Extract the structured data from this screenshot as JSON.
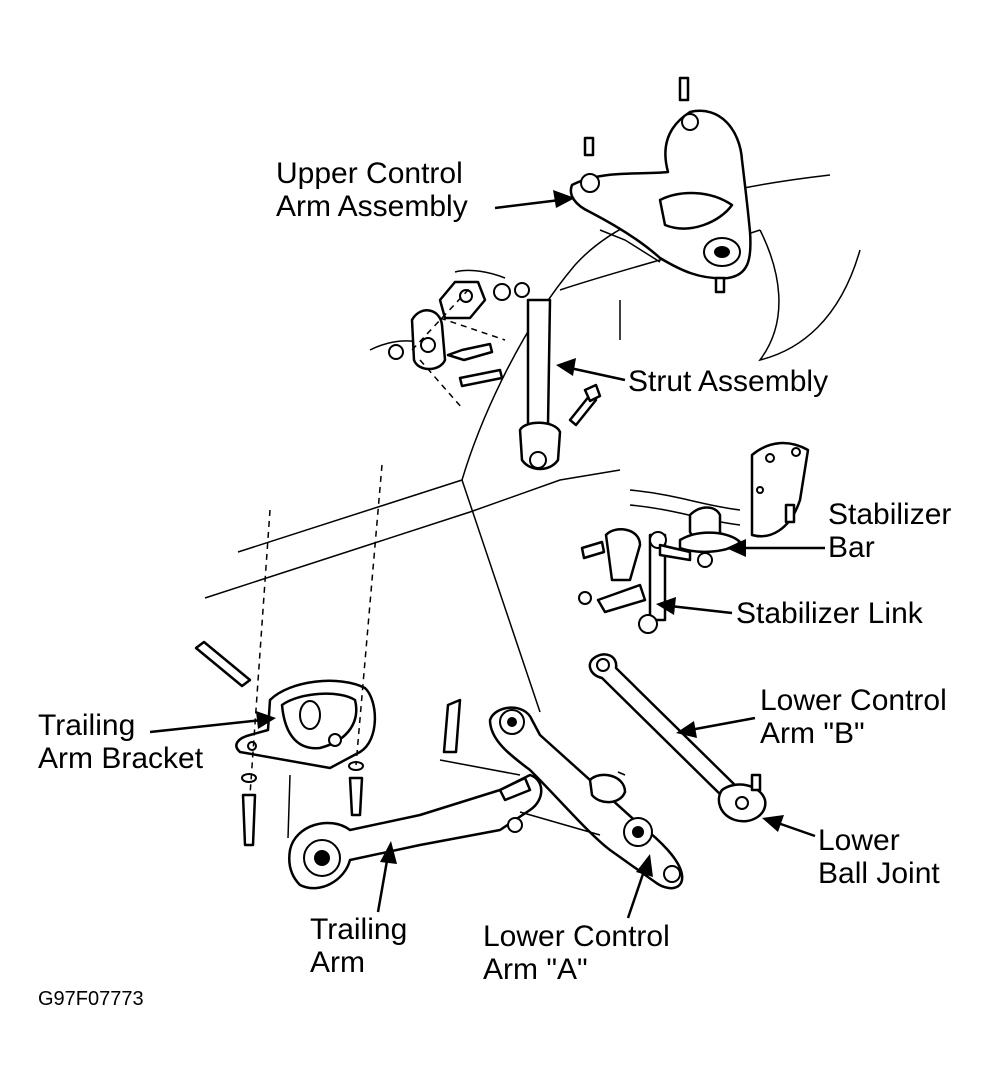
{
  "labels": {
    "upper_control_arm": [
      "Upper Control",
      "Arm Assembly"
    ],
    "strut_assembly": "Strut Assembly",
    "stabilizer_bar": [
      "Stabilizer",
      "Bar"
    ],
    "stabilizer_link": "Stabilizer Link",
    "lower_control_arm_b": [
      "Lower Control",
      "Arm \"B\""
    ],
    "lower_ball_joint": [
      "Lower",
      "Ball Joint"
    ],
    "trailing_arm_bracket": [
      "Trailing",
      "Arm Bracket"
    ],
    "trailing_arm": [
      "Trailing",
      "Arm"
    ],
    "lower_control_arm_a": [
      "Lower Control",
      "Arm \"A\""
    ]
  },
  "figure_code": "G97F07773"
}
